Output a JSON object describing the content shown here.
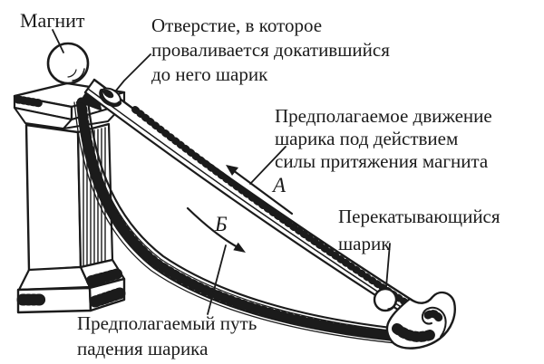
{
  "figure": {
    "title_hint": "perpetual-motion magnet ramp diagram",
    "colors": {
      "ink": "#1b1b1b",
      "background": "#ffffff"
    },
    "labels": {
      "magnet": "Магнит",
      "hole_line1": "Отверстие, в которое",
      "hole_line2": "проваливается докатившийся",
      "hole_line3": "до него шарик",
      "motion_line1": "Предполагаемое движение",
      "motion_line2": "шарика под действием",
      "motion_line3": "силы притяжения магнита",
      "arrow_up_letter": "А",
      "arrow_down_letter": "Б",
      "ball_line1": "Перекатывающийся",
      "ball_line2": "шарик",
      "fall_line1": "Предполагаемый путь",
      "fall_line2": "падения шарика"
    }
  }
}
